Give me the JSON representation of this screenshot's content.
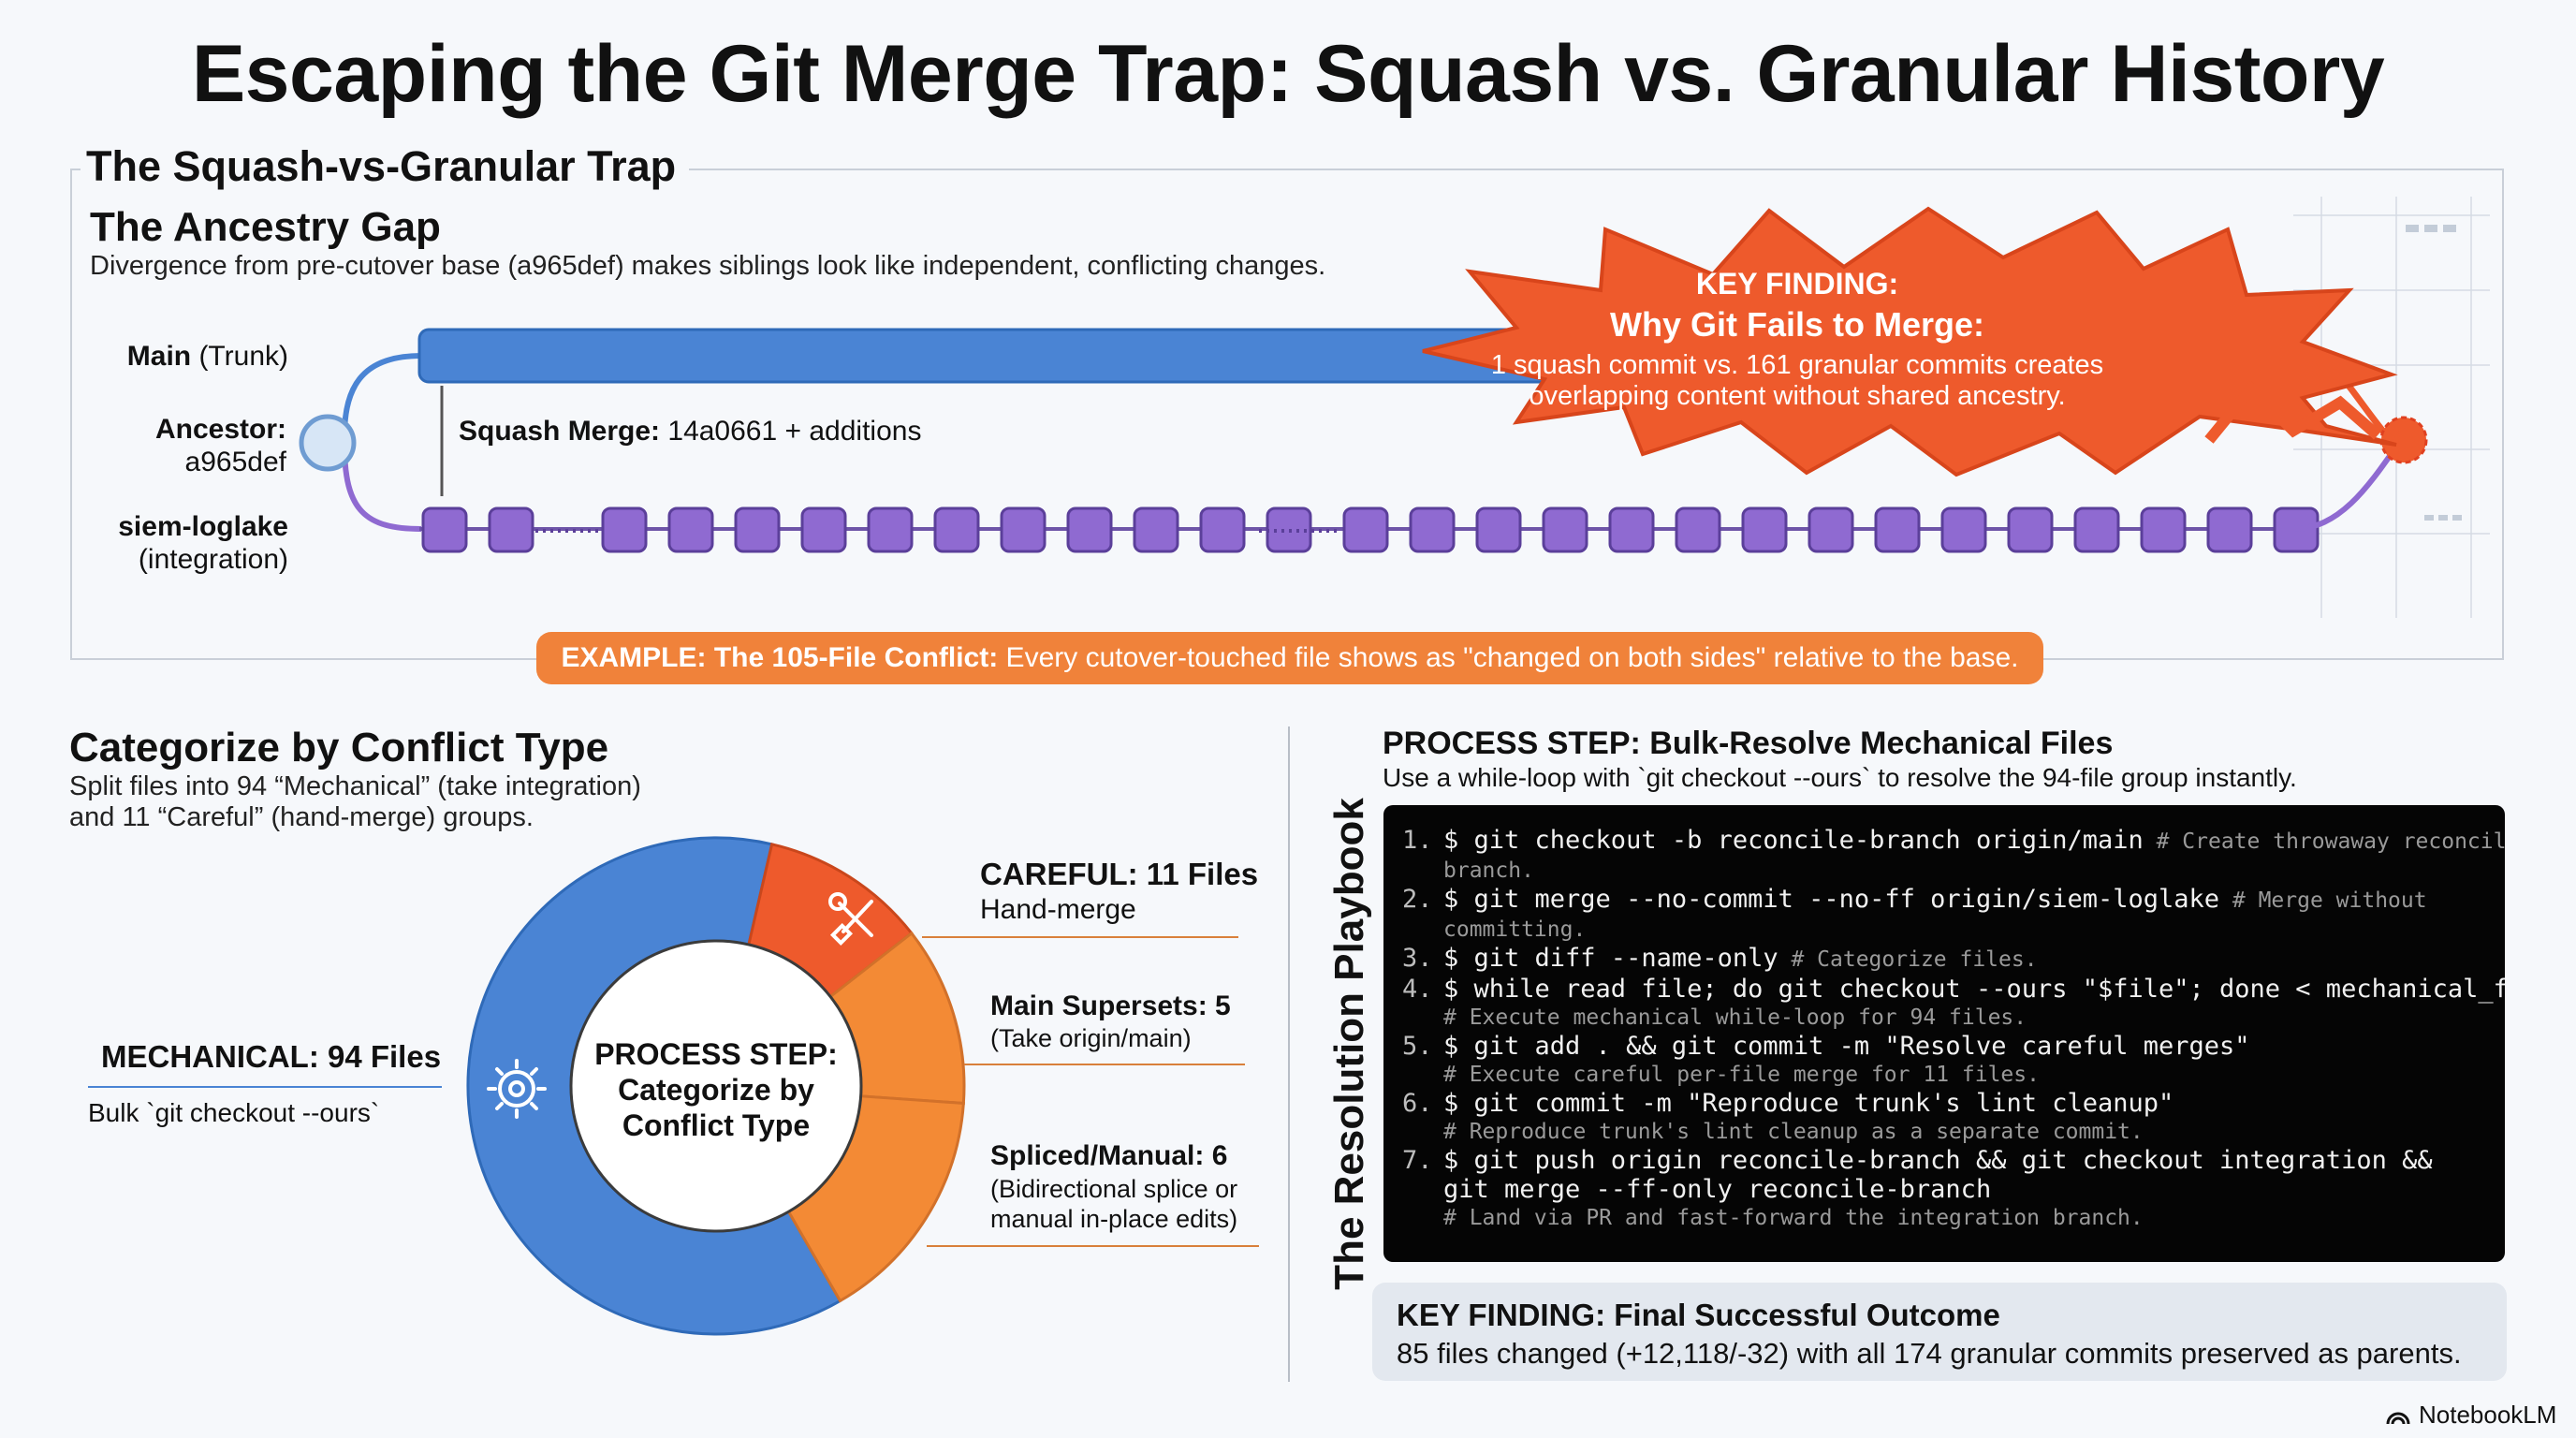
{
  "title": "Escaping the Git Merge Trap: Squash vs. Granular History",
  "trap": {
    "section_title": "The Squash-vs-Granular Trap",
    "ancestry_title": "The Ancestry Gap",
    "ancestry_subtitle": "Divergence from pre-cutover base (a965def) makes siblings look like independent, conflicting changes.",
    "main_label_bold": "Main",
    "main_label_rest": " (Trunk)",
    "ancestor_label": "Ancestor:",
    "ancestor_hash": "a965def",
    "branch_label": "siem-loglake",
    "branch_sub": "(integration)",
    "squash_label_bold": "Squash Merge:",
    "squash_label_rest": " 14a0661 + additions",
    "key_finding": {
      "label": "KEY FINDING:",
      "headline": "Why Git Fails to Merge:",
      "line1": "1 squash commit vs. 161 granular commits creates",
      "line2": "overlapping content without shared ancestry."
    },
    "example_bold": "EXAMPLE: The 105-File Conflict:",
    "example_rest": " Every cutover-touched file shows as \"changed on both sides\" relative to the base.",
    "colors": {
      "main": "#4a84d4",
      "commit": "#8f6ad1",
      "burst": "#ee5a2c",
      "pill": "#f0823a"
    }
  },
  "categorize": {
    "title": "Categorize by Conflict Type",
    "subtitle_line1": "Split files into 94 “Mechanical” (take integration)",
    "subtitle_line2": "and 11 “Careful” (hand-merge) groups.",
    "center_line1": "PROCESS STEP:",
    "center_line2": "Categorize by",
    "center_line3": "Conflict Type",
    "mechanical_label": "MECHANICAL: 94 Files",
    "mechanical_sub": "Bulk `git checkout --ours`",
    "careful_label": "CAREFUL: 11 Files",
    "careful_sub": "Hand-merge",
    "supersets_label": "Main Supersets: 5",
    "supersets_sub": "(Take origin/main)",
    "spliced_label": "Spliced/Manual: 6",
    "spliced_sub1": "(Bidirectional splice or",
    "spliced_sub2": "manual in-place edits)",
    "icons": {
      "mechanical": "gear-icon",
      "careful": "tools-icon"
    }
  },
  "playbook": {
    "side_title": "The Resolution Playbook",
    "step_title": "PROCESS STEP: Bulk-Resolve Mechanical Files",
    "step_subtitle": "Use a while-loop with `git checkout --ours` to resolve the 94-file group instantly.",
    "code": [
      {
        "n": "1.",
        "cmd": "$ git checkout -b reconcile-branch origin/main",
        "inline": " # Create throwaway reconcile",
        "cont": "branch."
      },
      {
        "n": "2.",
        "cmd": "$ git merge --no-commit --no-ff origin/siem-loglake",
        "inline": " # Merge without",
        "cont": "committing."
      },
      {
        "n": "3.",
        "cmd": "$ git diff --name-only",
        "inline": " # Categorize files.",
        "cont": ""
      },
      {
        "n": "4.",
        "cmd": "$ while read file; do git checkout --ours \"$file\"; done < mechanical_files",
        "inline": "",
        "cont": "# Execute mechanical while-loop for 94 files."
      },
      {
        "n": "5.",
        "cmd": "$ git add . && git commit -m \"Resolve careful merges\"",
        "inline": "",
        "cont": "# Execute careful per-file merge for 11 files."
      },
      {
        "n": "6.",
        "cmd": "$ git commit -m \"Reproduce trunk's lint cleanup\"",
        "inline": "",
        "cont": "# Reproduce trunk's lint cleanup as a separate commit."
      },
      {
        "n": "7.",
        "cmd": "$ git push origin reconcile-branch && git checkout integration &&",
        "inline": "",
        "cont2": "git merge --ff-only reconcile-branch",
        "cont": "# Land via PR and fast-forward the integration branch."
      }
    ],
    "outcome_title": "KEY FINDING: Final Successful Outcome",
    "outcome_text": "85 files changed (+12,118/-32) with all 174 granular commits preserved as parents."
  },
  "brand": "NotebookLM"
}
